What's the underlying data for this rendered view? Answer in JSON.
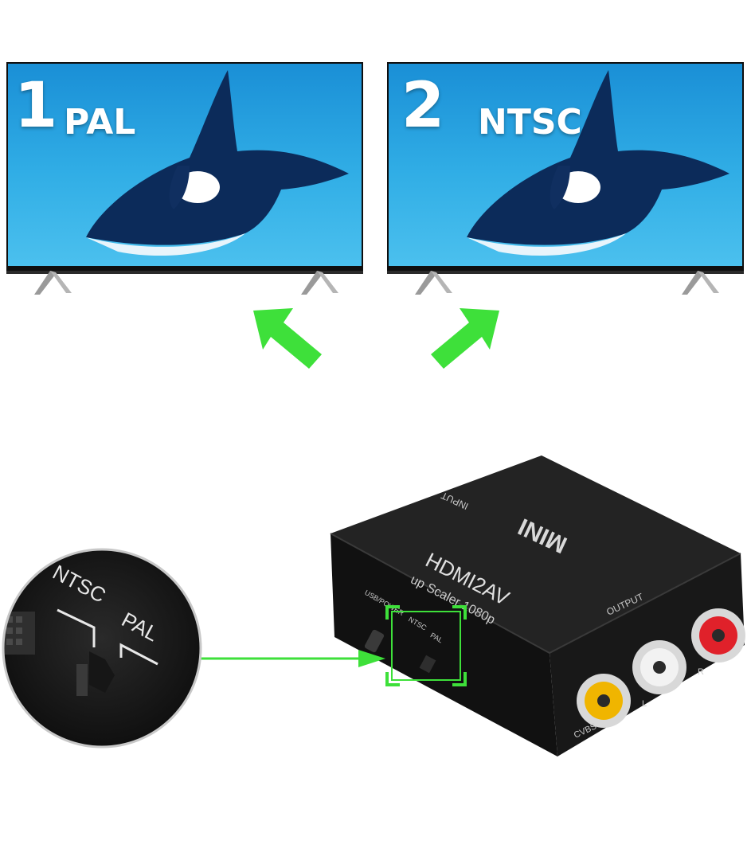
{
  "tv_left": {
    "number": "1",
    "mode": "PAL"
  },
  "tv_right": {
    "number": "2",
    "mode": "NTSC"
  },
  "device": {
    "model_mark": "MINI",
    "model_name": "HDMI2AV",
    "subtitle": "up Scaler 1080p",
    "input_label": "INPUT",
    "output_label": "OUTPUT",
    "usb_label": "USB/POWER",
    "switch_ntsc": "NTSC",
    "switch_pal": "PAL",
    "port_cvbs": "CVBS",
    "port_l": "L",
    "port_r": "R"
  },
  "zoom": {
    "label_ntsc": "NTSC",
    "label_pal": "PAL"
  },
  "colors": {
    "arrow_green": "#3ee03a",
    "screen_blue": "#1f9ad8",
    "device_black": "#1b1b1b",
    "rca_yellow": "#f0b500",
    "rca_white": "#f2f2f2",
    "rca_red": "#e0212a"
  }
}
